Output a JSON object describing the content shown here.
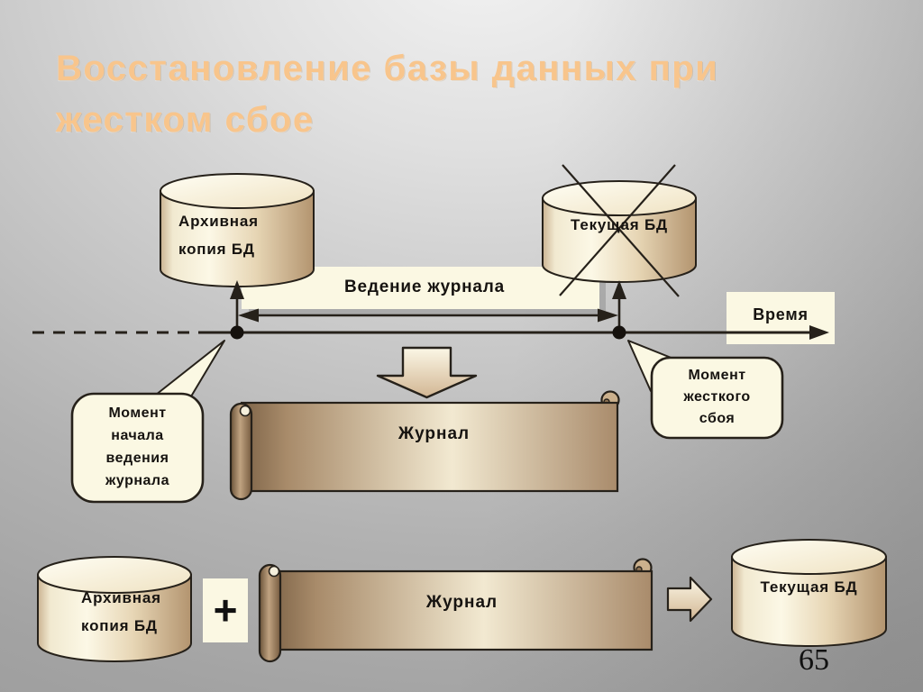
{
  "slide": {
    "title_line1": "Восстановление базы данных при",
    "title_line2": "жестком сбое",
    "page_number": "65"
  },
  "top": {
    "archive_db": {
      "line1": "Архивная",
      "line2": "копия БД"
    },
    "current_db": {
      "label": "Текущая БД"
    },
    "journal_band": {
      "label": "Ведение журнала"
    },
    "time_axis": {
      "label": "Время"
    },
    "callout_start": {
      "line1": "Момент",
      "line2": "начала",
      "line3": "ведения",
      "line4": "журнала"
    },
    "callout_failure": {
      "line1": "Момент",
      "line2": "жесткого",
      "line3": "сбоя"
    },
    "journal_scroll": {
      "label": "Журнал"
    }
  },
  "bottom": {
    "archive_db": {
      "line1": "Архивная",
      "line2": "копия БД"
    },
    "plus_sign": "+",
    "journal_scroll": {
      "label": "Журнал"
    },
    "current_db": {
      "label": "Текущая БД"
    }
  },
  "colors": {
    "title": "#F8C58C",
    "cream_fill": "#FBF8E3",
    "outline": "#26211A",
    "cylinder_dark": "#B99A79",
    "scroll_dark": "#A98B6B",
    "background_light": "#F2F2F2",
    "background_dark": "#9D9D9D"
  }
}
